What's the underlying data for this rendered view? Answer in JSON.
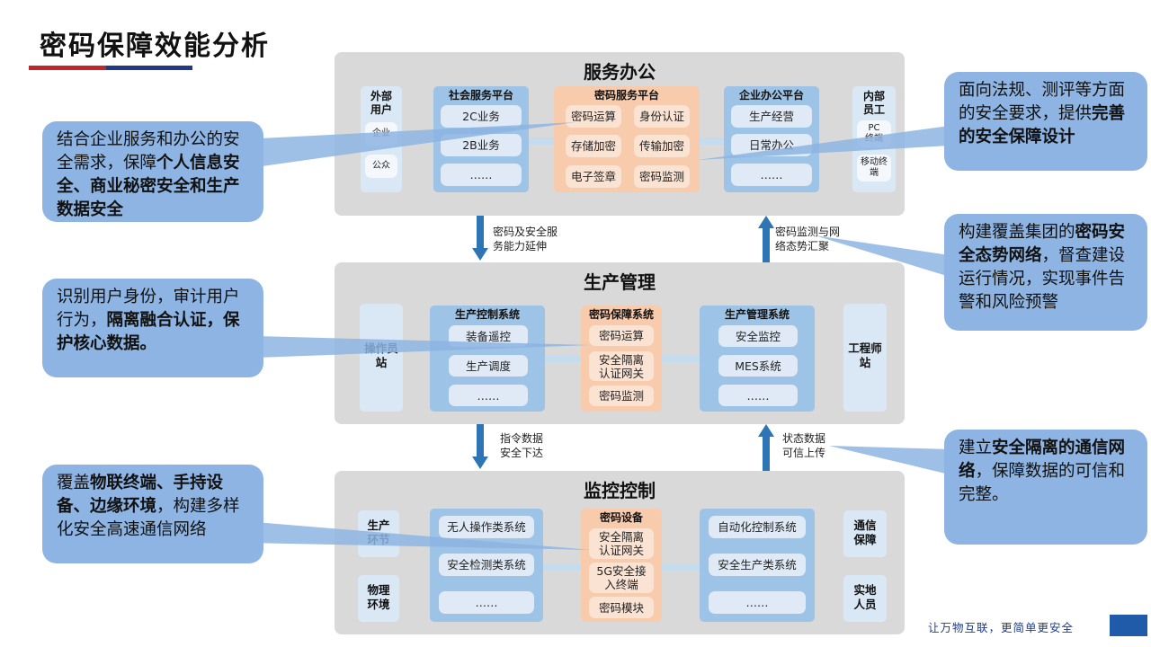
{
  "page": {
    "title": "密码保障效能分析",
    "slogan": "让万物互联，更简单更安全"
  },
  "office": {
    "title": "服务办公",
    "external_users": {
      "title": "外部\n用户",
      "items": [
        "企业",
        "公众"
      ]
    },
    "social_platform": {
      "title": "社会服务平台",
      "items": [
        "2C业务",
        "2B业务",
        "……"
      ]
    },
    "crypto_platform": {
      "title": "密码服务平台",
      "items": [
        "密码运算",
        "身份认证",
        "存储加密",
        "传输加密",
        "电子签章",
        "密码监测"
      ]
    },
    "enterprise_platform": {
      "title": "企业办公平台",
      "items": [
        "生产经营",
        "日常办公",
        "……"
      ]
    },
    "internal_staff": {
      "title": "内部\n员工",
      "items": [
        "PC\n终端",
        "移动终\n端"
      ]
    }
  },
  "arrows": {
    "down1": "密码及安全服\n务能力延伸",
    "up1": "密码监测与网\n络态势汇聚",
    "down2": "指令数据\n安全下达",
    "up2": "状态数据\n可信上传"
  },
  "production": {
    "title": "生产管理",
    "operator_station": "操作员\n站",
    "control_system": {
      "title": "生产控制系统",
      "items": [
        "装备遥控",
        "生产调度",
        "……"
      ]
    },
    "crypto_system": {
      "title": "密码保障系统",
      "items": [
        "密码运算",
        "安全隔离\n认证网关",
        "密码监测"
      ]
    },
    "management_system": {
      "title": "生产管理系统",
      "items": [
        "安全监控",
        "MES系统",
        "……"
      ]
    },
    "engineer_station": "工程师\n站"
  },
  "monitoring": {
    "title": "监控控制",
    "left_labels": [
      "生产\n环节",
      "物理\n环境"
    ],
    "left_system": {
      "items": [
        "无人操作类系统",
        "安全检测类系统",
        "……"
      ]
    },
    "crypto_devices": {
      "title": "密码设备",
      "items": [
        "安全隔离\n认证网关",
        "5G安全接\n入终端",
        "密码模块"
      ]
    },
    "right_system": {
      "items": [
        "自动化控制系统",
        "安全生产类系统",
        "……"
      ]
    },
    "right_labels": [
      "通信\n保障",
      "实地\n人员"
    ]
  },
  "callouts": {
    "c1": {
      "parts": [
        {
          "t": "结合企业服务和办公的安全需求，保障",
          "b": false
        },
        {
          "t": "个人信息安全、商业秘密安全和生产数据安全",
          "b": true
        }
      ]
    },
    "c2": {
      "parts": [
        {
          "t": "识别用户身份，审计用户行为，",
          "b": false
        },
        {
          "t": "隔离融合认证，保护核心数据。",
          "b": true
        }
      ]
    },
    "c3": {
      "parts": [
        {
          "t": "覆盖",
          "b": false
        },
        {
          "t": "物联终端、手持设备、边缘环境",
          "b": true
        },
        {
          "t": "，构建多样化安全高速通信网络",
          "b": false
        }
      ]
    },
    "c4": {
      "parts": [
        {
          "t": "面向法规、测评等方面的安全要求，提供",
          "b": false
        },
        {
          "t": "完善的安全保障设计",
          "b": true
        }
      ]
    },
    "c5": {
      "parts": [
        {
          "t": "构建覆盖集团的",
          "b": false
        },
        {
          "t": "密码安全态势网络",
          "b": true
        },
        {
          "t": "，督查建设运行情况，实现事件告警和风险预警",
          "b": false
        }
      ]
    },
    "c6": {
      "parts": [
        {
          "t": "建立",
          "b": false
        },
        {
          "t": "安全隔离的通信网络",
          "b": true
        },
        {
          "t": "，保障数据的可信和完整。",
          "b": false
        }
      ]
    }
  },
  "colors": {
    "arrow": "#2e75b6",
    "callout": "#8db4e2",
    "title_red": "#c0272d",
    "title_blue": "#1f3b86"
  }
}
